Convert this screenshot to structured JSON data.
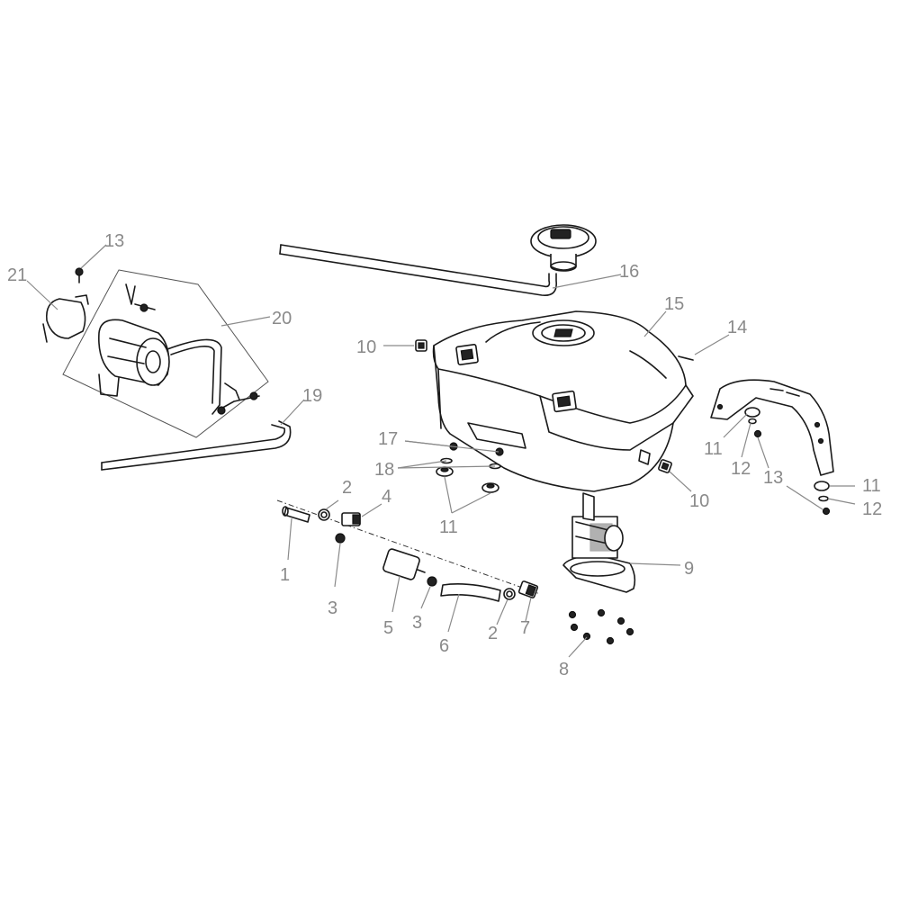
{
  "diagram": {
    "callouts": [
      {
        "id": "c1",
        "text": "1"
      },
      {
        "id": "c2a",
        "text": "2"
      },
      {
        "id": "c2b",
        "text": "2"
      },
      {
        "id": "c3a",
        "text": "3"
      },
      {
        "id": "c3b",
        "text": "3"
      },
      {
        "id": "c4",
        "text": "4"
      },
      {
        "id": "c5",
        "text": "5"
      },
      {
        "id": "c6",
        "text": "6"
      },
      {
        "id": "c7",
        "text": "7"
      },
      {
        "id": "c8",
        "text": "8"
      },
      {
        "id": "c9",
        "text": "9"
      },
      {
        "id": "c10a",
        "text": "10"
      },
      {
        "id": "c10b",
        "text": "10"
      },
      {
        "id": "c11a",
        "text": "11"
      },
      {
        "id": "c11b",
        "text": "11"
      },
      {
        "id": "c11c",
        "text": "11"
      },
      {
        "id": "c12a",
        "text": "12"
      },
      {
        "id": "c12b",
        "text": "12"
      },
      {
        "id": "c13a",
        "text": "13"
      },
      {
        "id": "c13b",
        "text": "13"
      },
      {
        "id": "c14",
        "text": "14"
      },
      {
        "id": "c15",
        "text": "15"
      },
      {
        "id": "c16",
        "text": "16"
      },
      {
        "id": "c17",
        "text": "17"
      },
      {
        "id": "c18",
        "text": "18"
      },
      {
        "id": "c19",
        "text": "19"
      },
      {
        "id": "c20",
        "text": "20"
      },
      {
        "id": "c21",
        "text": "21"
      }
    ]
  }
}
